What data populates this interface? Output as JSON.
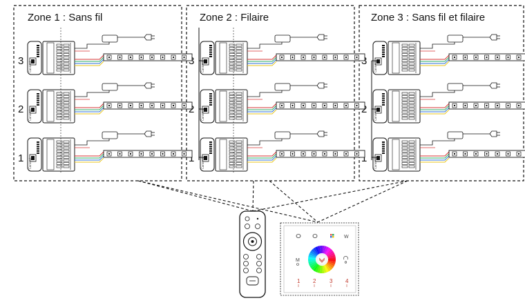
{
  "zones": [
    {
      "title": "Zone 1 : Sans fil",
      "numbers": [
        "3",
        "2",
        "1"
      ],
      "wired": false
    },
    {
      "title": "Zone 2 : Filaire",
      "numbers": [
        "3",
        "2",
        "1"
      ],
      "wired": true
    },
    {
      "title": "Zone 3 : Sans fil et filaire",
      "numbers": [
        "3",
        "2",
        "1"
      ],
      "wired": true
    }
  ],
  "wall_panel": {
    "top_labels": [
      "",
      "",
      "",
      "W"
    ],
    "left_label": "M",
    "zone_labels": [
      "1",
      "2",
      "3",
      "4"
    ]
  },
  "colors": {
    "dashed_border": "#111111",
    "wire_red": "#d63031",
    "wire_green": "#27ae60",
    "wire_blue": "#2e6fd8",
    "wire_yellow": "#e8c51a",
    "zone_label_red": "#c0392b"
  },
  "icons": [
    "controller-icon",
    "power-plug-icon",
    "led-strip-icon",
    "remote-control-icon",
    "wall-panel-icon",
    "color-wheel-icon"
  ]
}
